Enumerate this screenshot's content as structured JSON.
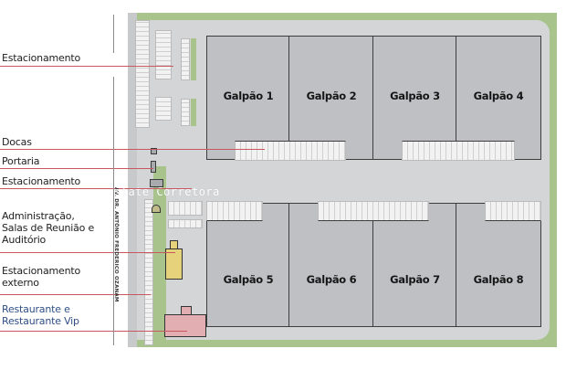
{
  "legend": {
    "items": [
      {
        "label": "Estacionamento",
        "color": "#1e1e1e"
      },
      {
        "label": "Docas",
        "color": "#1e1e1e"
      },
      {
        "label": "Portaria",
        "color": "#1e1e1e"
      },
      {
        "label": "Estacionamento",
        "color": "#1e1e1e"
      },
      {
        "label_lines": [
          "Administração,",
          "Salas de Reunião e",
          "Auditório"
        ],
        "color": "#1e1e1e"
      },
      {
        "label_lines": [
          "Estacionamento",
          "externo"
        ],
        "color": "#1e1e1e"
      },
      {
        "label_lines": [
          "Restaurante e",
          "Restaurante Vip"
        ],
        "color": "#2f4f86"
      }
    ]
  },
  "map": {
    "road_name": "AV. DR. ANTÔNIO FREDERICO OZANAM",
    "warehouses_top": [
      {
        "name": "Galpão 1"
      },
      {
        "name": "Galpão 2"
      },
      {
        "name": "Galpão 3"
      },
      {
        "name": "Galpão 4"
      }
    ],
    "warehouses_bottom": [
      {
        "name": "Galpão 5"
      },
      {
        "name": "Galpão 6"
      },
      {
        "name": "Galpão 7"
      },
      {
        "name": "Galpão 8"
      }
    ],
    "colors": {
      "green": "#a8c48c",
      "pavement": "#d4d5d7",
      "building": "#bfc0c4",
      "admin": "#e6d27a",
      "restaurant": "#e3aeb2",
      "leader_line": "#c9575f"
    }
  },
  "watermark": "state Corretora"
}
